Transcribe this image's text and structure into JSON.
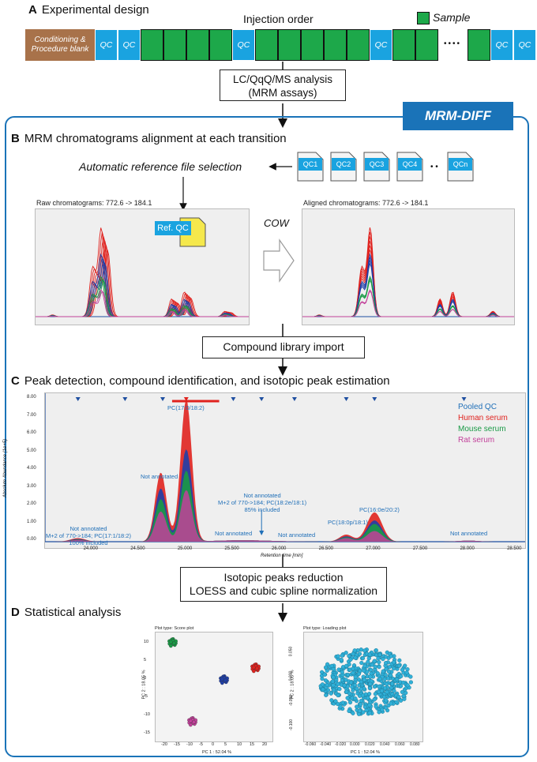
{
  "section_a": {
    "letter": "A",
    "title": "Experimental design",
    "injection_order": "Injection order",
    "sample_legend": "Sample",
    "conditioning": "Conditioning & Procedure blank",
    "qc": "QC",
    "ellipsis": "••••"
  },
  "lcms_box": {
    "line1": "LC/QqQ/MS analysis",
    "line2": "(MRM assays)"
  },
  "mrm_diff": "MRM-DIFF",
  "section_b": {
    "letter": "B",
    "title": "MRM chromatograms alignment at each transition",
    "auto_ref": "Automatic reference file selection",
    "qc_files": [
      "QC1",
      "QC2",
      "QC3",
      "QC4",
      "QCn"
    ],
    "ellipsis": "• •",
    "ref_qc": "Ref. QC",
    "raw_title": "Raw chromatograms: 772.6 -> 184.1",
    "aligned_title": "Aligned chromatograms: 772.6 -> 184.1",
    "cow": "COW"
  },
  "compound_box": "Compound library import",
  "section_c": {
    "letter": "C",
    "title": "Peak detection, compound identification, and isotopic peak estimation",
    "ylabel": "Absolute Abundance (1e+5)",
    "xlabel": "Retention time [min]",
    "yticks": [
      "0.00",
      "1.00",
      "2.00",
      "3.00",
      "4.00",
      "5.00",
      "6.00",
      "7.00",
      "8.00"
    ],
    "xticks": [
      "24.000",
      "24.500",
      "25.000",
      "25.500",
      "26.000",
      "26.500",
      "27.000",
      "27.500",
      "28.000",
      "28.500"
    ],
    "legend": [
      {
        "label": "Pooled QC",
        "color": "#1f6fb8"
      },
      {
        "label": "Human serum",
        "color": "#e0221e"
      },
      {
        "label": "Mouse serum",
        "color": "#1a9a46"
      },
      {
        "label": "Rat serum",
        "color": "#c2409a"
      }
    ],
    "annotations": {
      "pc1718": "PC(17:0/18:2)",
      "na1": "Not annotated",
      "na2": "Not annotated",
      "na3": "Not annotated",
      "na4": "Not annotated",
      "iso1_l1": "Not annotated",
      "iso1_l2": "M+2 of 770->184; PC(17:1/18:2)",
      "iso1_l3": "100% included",
      "iso2_l1": "Not annotated",
      "iso2_l2": "M+2 of 770->184; PC(18:2e/18:1)",
      "iso2_l3": "85% included",
      "pc180p": "PC(18:0p/18:1)",
      "pc160e": "PC(16:0e/20:2)"
    }
  },
  "isotopic_box": {
    "line1": "Isotopic peaks reduction",
    "line2": "LOESS and cubic spline normalization"
  },
  "section_d": {
    "letter": "D",
    "title": "Statistical analysis",
    "score": {
      "plot_type": "Plot type:  Score plot",
      "xlabel": "PC 1 : 52.04 %",
      "ylabel": "PC 2 : 18.05 %",
      "xticks": [
        "-20",
        "-15",
        "-10",
        "-5",
        "0",
        "5",
        "10",
        "15",
        "20"
      ],
      "yticks": [
        "10",
        "5",
        "0",
        "-5",
        "-10",
        "-15"
      ]
    },
    "loading": {
      "plot_type": "Plot type:  Loading plot",
      "xlabel": "PC 1 : 52.04 %",
      "ylabel": "PC 2 : 18.05 %",
      "xticks": [
        "-0.060",
        "-0.040",
        "-0.020",
        "0.000",
        "0.020",
        "0.040",
        "0.060",
        "0.080"
      ],
      "yticks": [
        "0.050",
        "0.000",
        "-0.050",
        "-0.100"
      ]
    }
  }
}
